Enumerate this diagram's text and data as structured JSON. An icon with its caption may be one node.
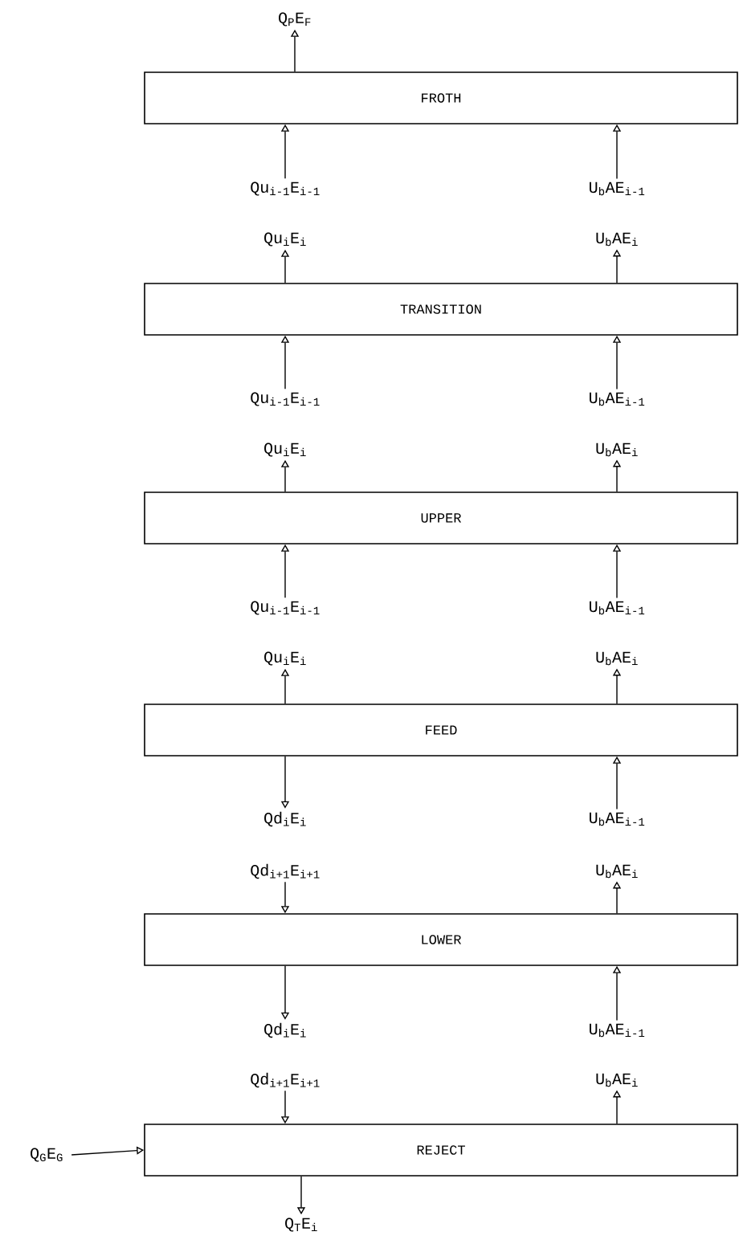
{
  "diagram": {
    "nodes": [
      {
        "text": [
          "Q$_{P}$E$_{F}$"
        ]
      },
      {
        "text": [
          "FROTH"
        ]
      },
      {
        "text": [
          "Qu$_{i-1}$E$_{i-1}$"
        ]
      },
      {
        "text": [
          "U$_{b}$AE$_{i-1}$"
        ]
      },
      {
        "text": [
          "Qu$_{i}$E$_{i}$"
        ]
      },
      {
        "text": [
          "U$_{b}$AE$_{i}$"
        ]
      },
      {
        "text": [
          "TRANSITION"
        ]
      },
      {
        "text": [
          "Qu$_{i-1}$E$_{i-1}$"
        ]
      },
      {
        "text": [
          "U$_{b}$AE$_{i-1}$"
        ]
      },
      {
        "text": [
          "Qu$_{i}$E$_{i}$"
        ]
      },
      {
        "text": [
          "U$_{b}$AE$_{i}$"
        ]
      },
      {
        "text": [
          "UPPER"
        ]
      },
      {
        "text": [
          "Qu$_{i-1}$E$_{i-1}$"
        ]
      },
      {
        "text": [
          "U$_{b}$AE$_{i-1}$"
        ]
      },
      {
        "text": [
          "Qu$_{i}$E$_{i}$"
        ]
      },
      {
        "text": [
          "U$_{b}$AE$_{i}$"
        ]
      },
      {
        "text": [
          "FEED"
        ]
      },
      {
        "text": [
          "Qd$_{i}$E$_{i}$"
        ]
      },
      {
        "text": [
          "U$_{b}$AE$_{i-1}$"
        ]
      },
      {
        "text": [
          "Qd$_{i+1}$E$_{i+1}$"
        ]
      },
      {
        "text": [
          "U$_{b}$AE$_{i}$"
        ]
      },
      {
        "text": [
          "LOWER"
        ]
      },
      {
        "text": [
          "Qd$_{i}$E$_{i}$"
        ]
      },
      {
        "text": [
          "U$_{b}$AE$_{i-1}$"
        ]
      },
      {
        "text": [
          "Qd$_{i+1}$E$_{i+1}$"
        ]
      },
      {
        "text": [
          "U$_{b}$AE$_{i}$"
        ]
      },
      {
        "text": [
          "Q$_{G}$E$_{G}$"
        ]
      },
      {
        "text": [
          "REJECT"
        ]
      },
      {
        "text": [
          "Q$_{T}$E$_{i}$"
        ]
      }
    ],
    "edges": [
      {
        "from": 1,
        "to": 0,
        "arrow": "to"
      },
      {
        "from": 2,
        "to": 1,
        "arrow": "to"
      },
      {
        "from": 3,
        "to": 1,
        "arrow": "to"
      },
      {
        "from": 6,
        "to": 4,
        "arrow": "to"
      },
      {
        "from": 6,
        "to": 5,
        "arrow": "to"
      },
      {
        "from": 7,
        "to": 6,
        "arrow": "to"
      },
      {
        "from": 8,
        "to": 6,
        "arrow": "to"
      },
      {
        "from": 11,
        "to": 9,
        "arrow": "to"
      },
      {
        "from": 11,
        "to": 10,
        "arrow": "to"
      },
      {
        "from": 12,
        "to": 11,
        "arrow": "to"
      },
      {
        "from": 13,
        "to": 11,
        "arrow": "to"
      },
      {
        "from": 16,
        "to": 14,
        "arrow": "to"
      },
      {
        "from": 16,
        "to": 15,
        "arrow": "to"
      },
      {
        "from": 16,
        "to": 17,
        "arrow": "to"
      },
      {
        "from": 18,
        "to": 16,
        "arrow": "to"
      },
      {
        "from": 19,
        "to": 21,
        "arrow": "to"
      },
      {
        "from": 21,
        "to": 20,
        "arrow": "to"
      },
      {
        "from": 21,
        "to": 22,
        "arrow": "to"
      },
      {
        "from": 23,
        "to": 21,
        "arrow": "to"
      },
      {
        "from": 24,
        "to": 27,
        "arrow": "to"
      },
      {
        "from": 27,
        "to": 25,
        "arrow": "to"
      },
      {
        "from": 26,
        "to": 27,
        "arrow": "to"
      },
      {
        "from": 27,
        "to": 28,
        "arrow": "to"
      }
    ]
  }
}
